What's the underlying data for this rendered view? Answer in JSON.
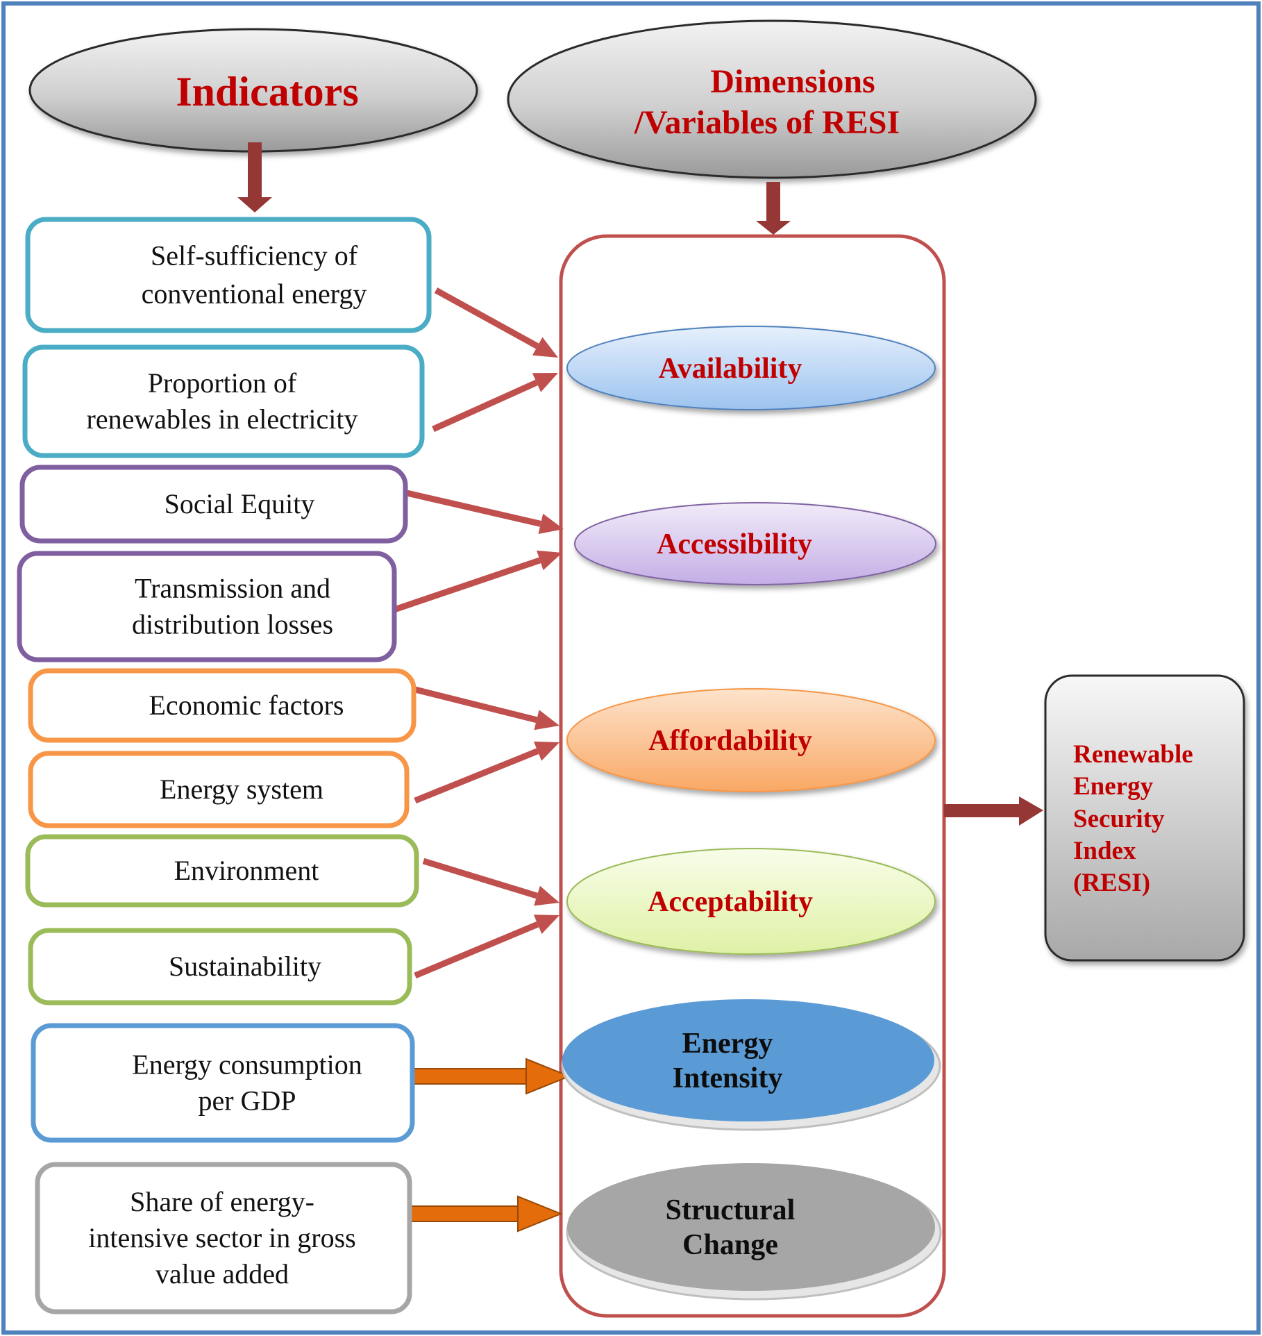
{
  "headers": {
    "indicators": "Indicators",
    "dimensions_line1": "Dimensions",
    "dimensions_line2": "/Variables of RESI"
  },
  "indicators": [
    {
      "lines": [
        "Self-sufficiency of",
        "conventional energy"
      ],
      "color": "#4bacc6"
    },
    {
      "lines": [
        "Proportion of",
        "renewables in electricity"
      ],
      "color": "#4bacc6"
    },
    {
      "lines": [
        "Social Equity"
      ],
      "color": "#7f5fa0"
    },
    {
      "lines": [
        "Transmission and",
        "distribution losses"
      ],
      "color": "#7f5fa0"
    },
    {
      "lines": [
        "Economic factors"
      ],
      "color": "#f79646"
    },
    {
      "lines": [
        "Energy system"
      ],
      "color": "#f79646"
    },
    {
      "lines": [
        "Environment"
      ],
      "color": "#9bbb59"
    },
    {
      "lines": [
        "Sustainability"
      ],
      "color": "#9bbb59"
    },
    {
      "lines": [
        "Energy consumption",
        "per GDP"
      ],
      "color": "#5b9bd5"
    },
    {
      "lines": [
        "Share of energy-",
        "intensive sector in gross",
        "value added"
      ],
      "color": "#a6a6a6"
    }
  ],
  "dimensions": [
    {
      "lines": [
        "Availability"
      ],
      "fill": "#bcd9f7",
      "text_color": "#c00000"
    },
    {
      "lines": [
        "Accessibility"
      ],
      "fill": "#dccdf0",
      "text_color": "#c00000"
    },
    {
      "lines": [
        "Affordability"
      ],
      "fill": "#fcc79a",
      "text_color": "#c00000"
    },
    {
      "lines": [
        "Acceptability"
      ],
      "fill": "#ecf8c8",
      "text_color": "#c00000"
    },
    {
      "lines": [
        "Energy",
        "Intensity"
      ],
      "fill": "#5b9bd5",
      "text_color": "#0d0d0d"
    },
    {
      "lines": [
        "Structural",
        "Change"
      ],
      "fill": "#a6a6a6",
      "text_color": "#0d0d0d"
    }
  ],
  "index": {
    "lines": [
      "Renewable",
      "Energy",
      "Security",
      "Index",
      "(RESI)"
    ]
  },
  "colors": {
    "frame": "#4f81bd",
    "arrow_red": "#c0504d",
    "arrow_dark": "#953735",
    "arrow_orange": "#e46c0a",
    "container": "#c0504d"
  }
}
